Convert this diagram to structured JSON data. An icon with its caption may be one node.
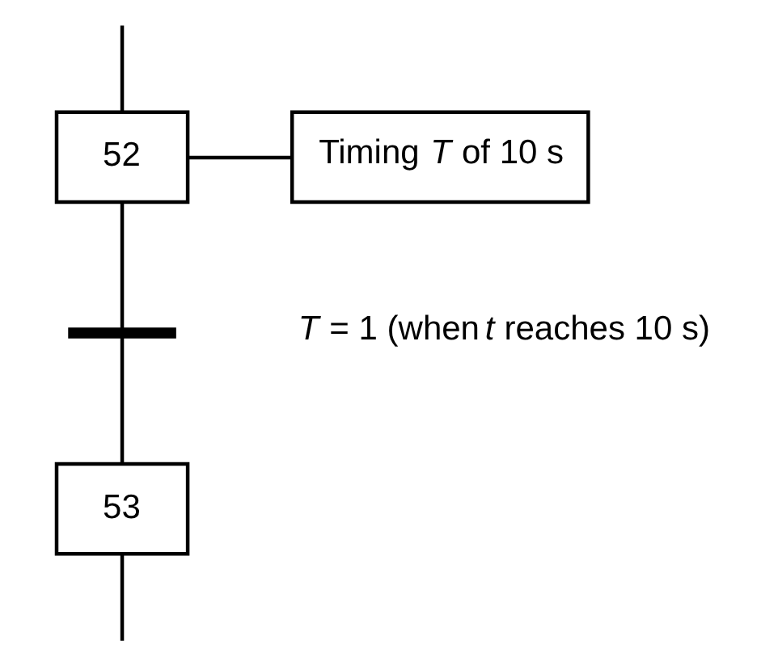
{
  "diagram": {
    "nodes": [
      {
        "text": [
          "52"
        ]
      },
      {
        "text": [
          "Timing *T* of 10 s"
        ]
      },
      {
        "text": [],
        "shape": "bar",
        "beside": [
          "*T* = 1 (when *t* reaches 10 s)"
        ]
      },
      {
        "text": [
          "53"
        ]
      }
    ],
    "edges": [
      {
        "from": null,
        "to": 0,
        "arrow": "none"
      },
      {
        "from": 0,
        "to": 1,
        "arrow": "none"
      },
      {
        "from": 0,
        "to": 2,
        "arrow": "none"
      },
      {
        "from": 2,
        "to": 3,
        "arrow": "none"
      },
      {
        "from": 3,
        "to": null,
        "arrow": "none"
      }
    ]
  }
}
